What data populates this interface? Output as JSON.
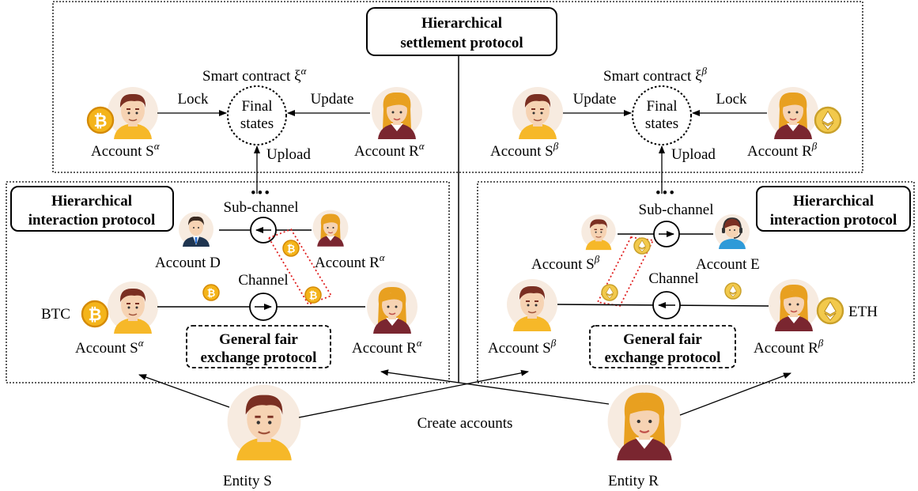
{
  "top": {
    "settlement_title_1": "Hierarchical",
    "settlement_title_2": "settlement protocol",
    "left": {
      "contract_label": "Smart contract ξ",
      "contract_sup": "α",
      "final_1": "Final",
      "final_2": "states",
      "lock": "Lock",
      "update": "Update",
      "upload": "Upload",
      "acct_s": "Account S",
      "acct_s_sup": "α",
      "acct_r": "Account R",
      "acct_r_sup": "α"
    },
    "right": {
      "contract_label": "Smart contract ξ",
      "contract_sup": "β",
      "final_1": "Final",
      "final_2": "states",
      "update": "Update",
      "lock": "Lock",
      "upload": "Upload",
      "acct_s": "Account S",
      "acct_s_sup": "β",
      "acct_r": "Account R",
      "acct_r_sup": "β"
    }
  },
  "left_panel": {
    "interaction_title_1": "Hierarchical",
    "interaction_title_2": "interaction protocol",
    "ellipsis": "•••",
    "subchannel": "Sub-channel",
    "acct_d": "Account D",
    "acct_r": "Account R",
    "acct_r_sup": "α",
    "channel": "Channel",
    "btc": "BTC",
    "acct_s": "Account S",
    "acct_s_sup": "α",
    "acct_r2": "Account R",
    "acct_r2_sup": "α",
    "fair_1": "General fair",
    "fair_2": "exchange protocol"
  },
  "right_panel": {
    "interaction_title_1": "Hierarchical",
    "interaction_title_2": "interaction protocol",
    "ellipsis": "•••",
    "subchannel": "Sub-channel",
    "acct_s": "Account S",
    "acct_s_sup": "β",
    "acct_e": "Account E",
    "channel": "Channel",
    "eth": "ETH",
    "acct_s2": "Account S",
    "acct_s2_sup": "β",
    "acct_r": "Account R",
    "acct_r_sup": "β",
    "fair_1": "General fair",
    "fair_2": "exchange protocol"
  },
  "bottom": {
    "create_accounts": "Create accounts",
    "entity_s": "Entity S",
    "entity_r": "Entity R"
  },
  "colors": {
    "skin": "#f6d3b3",
    "bg_circle": "#f7ebe0",
    "male_hair": "#7a2f22",
    "female_hair": "#e8a020",
    "shirt_yellow": "#f6b829",
    "female_top": "#7a2630",
    "btc": "#f4b41a",
    "eth": "#f2c94c",
    "red_dotted": "#e02020"
  }
}
